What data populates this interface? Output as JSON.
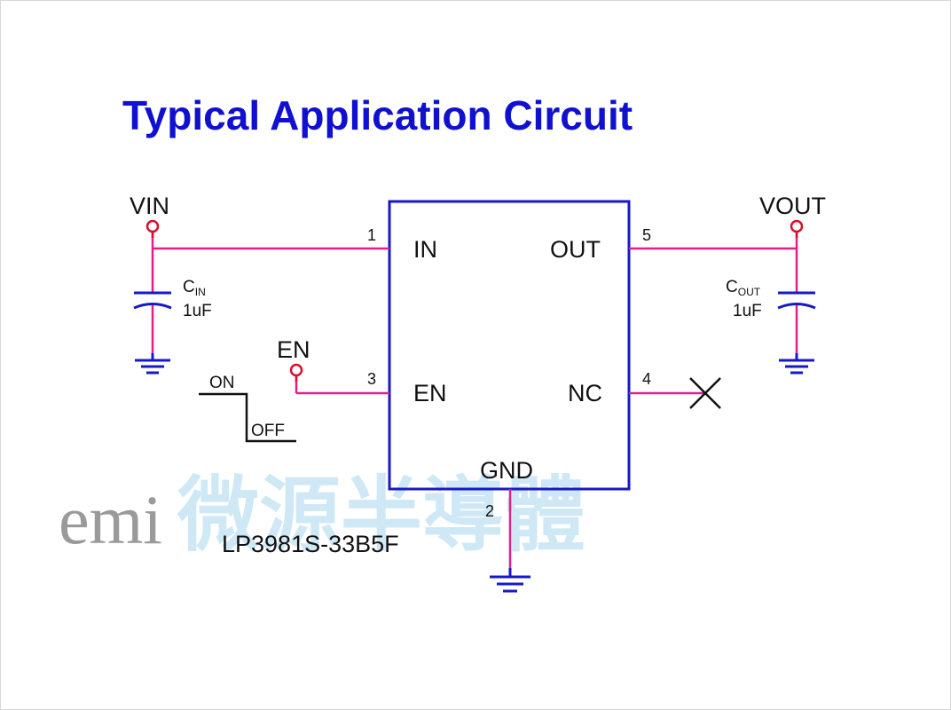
{
  "title": "Typical Application Circuit",
  "watermark": {
    "latin": "emi",
    "chinese": "微源半導體",
    "color_latin": "#9a9a9a",
    "color_chinese": "#cfe8f5"
  },
  "colors": {
    "title": "#1010d0",
    "wire": "#e0208a",
    "node": "#d8102c",
    "component": "#1818c8",
    "text": "#111111",
    "nc_mark": "#111111"
  },
  "ic": {
    "part_number": "LP3981S-33B5F",
    "pins": [
      {
        "number": "1",
        "name": "IN"
      },
      {
        "number": "5",
        "name": "OUT"
      },
      {
        "number": "3",
        "name": "EN"
      },
      {
        "number": "4",
        "name": "NC"
      },
      {
        "number": "2",
        "name": "GND"
      }
    ]
  },
  "nets": {
    "vin": "VIN",
    "vout": "VOUT",
    "en": "EN"
  },
  "caps": {
    "cin": {
      "prefix": "C",
      "sub": "IN",
      "value": "1uF"
    },
    "cout": {
      "prefix": "C",
      "sub": "OUT",
      "value": "1uF"
    }
  },
  "enable_waveform": {
    "on": "ON",
    "off": "OFF"
  }
}
